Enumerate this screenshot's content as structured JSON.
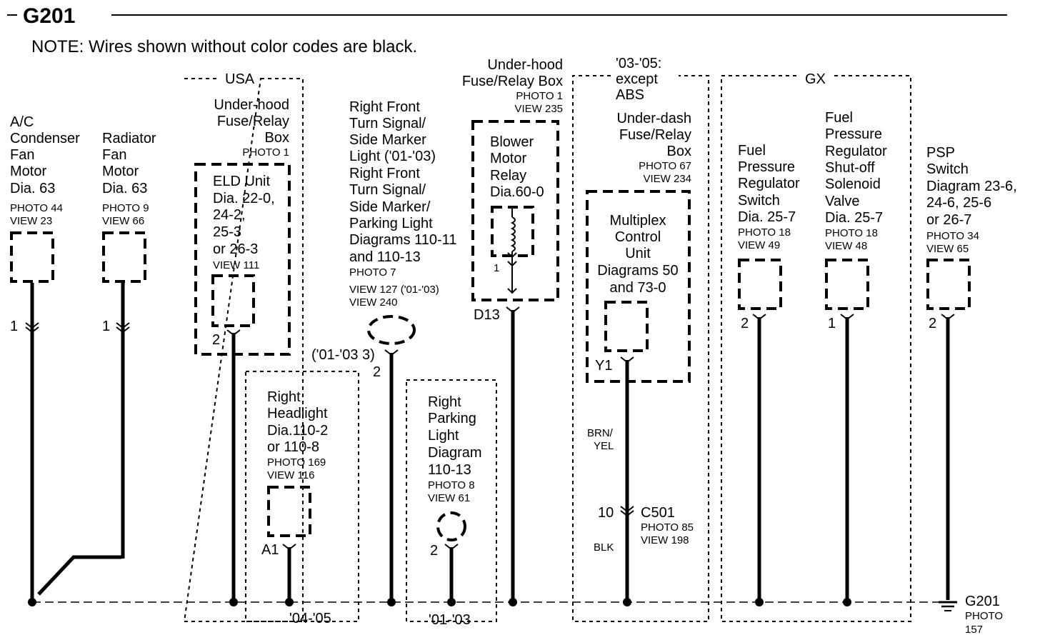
{
  "header": {
    "title": "G201",
    "note": "NOTE: Wires shown without color codes are black."
  },
  "groups": {
    "usa": "USA",
    "abs_line1": "'03-'05:",
    "abs_line2": "except",
    "abs_line3": "ABS",
    "gx": "GX",
    "years_04_05": "'04-'05",
    "years_01_03": "'01-'03"
  },
  "components": {
    "ac_fan": {
      "lines": [
        "A/C",
        "Condenser",
        "Fan",
        "Motor",
        "Dia. 63"
      ],
      "photo": "PHOTO 44",
      "view": "VIEW 23",
      "pin": "1"
    },
    "rad_fan": {
      "lines": [
        "Radiator",
        "Fan",
        "Motor",
        "Dia. 63"
      ],
      "photo": "PHOTO 9",
      "view": "VIEW 66",
      "pin": "1"
    },
    "uh_box": {
      "lines": [
        "Under-hood",
        "Fuse/Relay",
        "Box"
      ],
      "photo": "PHOTO 1"
    },
    "eld": {
      "lines": [
        "ELD Unit",
        "Dia. 22-0,",
        "24-2,",
        "25-3",
        "or 26-3"
      ],
      "view": "VIEW 111",
      "pin": "2"
    },
    "headlight": {
      "lines": [
        "Right",
        "Headlight",
        "Dia.110-2",
        "or 110-8"
      ],
      "photo": "PHOTO 169",
      "view": "VIEW 116",
      "pin": "A1"
    },
    "turn_signal": {
      "lines": [
        "Right Front",
        "Turn Signal/",
        "Side Marker",
        "Light ('01-'03)",
        "Right Front",
        "Turn Signal/",
        "Side Marker/",
        "Parking Light",
        "Diagrams 110-11",
        "and 110-13"
      ],
      "photo": "PHOTO 7",
      "view1": "VIEW 127 ('01-'03)",
      "view2": "VIEW 240",
      "pin_note": "('01-'03 3)",
      "pin": "2"
    },
    "parking": {
      "lines": [
        "Right",
        "Parking",
        "Light",
        "Diagram",
        "110-13"
      ],
      "photo": "PHOTO 8",
      "view": "VIEW 61",
      "pin": "2"
    },
    "uh_box2": {
      "lines": [
        "Under-hood",
        "Fuse/Relay Box"
      ],
      "photo": "PHOTO 1",
      "view": "VIEW 235"
    },
    "blower": {
      "lines": [
        "Blower",
        "Motor",
        "Relay",
        "Dia.60-0"
      ],
      "pin": "1",
      "connector": "D13"
    },
    "ud_box": {
      "lines": [
        "Under-dash",
        "Fuse/Relay",
        "Box"
      ],
      "photo": "PHOTO 67",
      "view": "VIEW 234"
    },
    "mux": {
      "lines": [
        "Multiplex",
        "Control",
        "Unit",
        "Diagrams 50",
        "and 73-0"
      ],
      "pin": "Y1"
    },
    "c501": {
      "wire_color1": "BRN/",
      "wire_color2": "YEL",
      "pin": "10",
      "name": "C501",
      "photo": "PHOTO 85",
      "view": "VIEW 198",
      "wire_color_after": "BLK"
    },
    "fp_switch": {
      "lines": [
        "Fuel",
        "Pressure",
        "Regulator",
        "Switch",
        "Dia. 25-7"
      ],
      "photo": "PHOTO 18",
      "view": "VIEW 49",
      "pin": "2"
    },
    "fp_valve": {
      "lines": [
        "Fuel",
        "Pressure",
        "Regulator",
        "Shut-off",
        "Solenoid",
        "Valve",
        "Dia. 25-7"
      ],
      "photo": "PHOTO 18",
      "view": "VIEW 48",
      "pin": "1"
    },
    "psp": {
      "lines": [
        "PSP",
        "Switch",
        "Diagram 23-6,",
        "24-6, 25-6",
        "or 26-7"
      ],
      "photo": "PHOTO 34",
      "view": "VIEW 65",
      "pin": "2"
    }
  },
  "ground": {
    "name": "G201",
    "photo": "PHOTO",
    "photo_num": "157"
  }
}
